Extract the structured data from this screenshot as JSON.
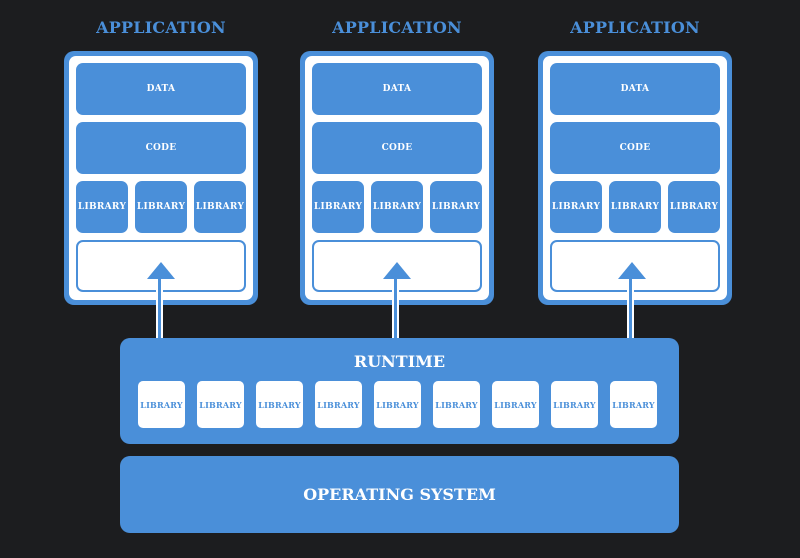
{
  "colors": {
    "accent": "#4a8fd9",
    "background": "#1c1d1f",
    "surface": "#ffffff"
  },
  "applications": [
    {
      "title": "APPLICATION",
      "data": "DATA",
      "code": "CODE",
      "libraries": [
        "LIBRARY",
        "LIBRARY",
        "LIBRARY"
      ]
    },
    {
      "title": "APPLICATION",
      "data": "DATA",
      "code": "CODE",
      "libraries": [
        "LIBRARY",
        "LIBRARY",
        "LIBRARY"
      ]
    },
    {
      "title": "APPLICATION",
      "data": "DATA",
      "code": "CODE",
      "libraries": [
        "LIBRARY",
        "LIBRARY",
        "LIBRARY"
      ]
    }
  ],
  "runtime": {
    "title": "RUNTIME",
    "libraries": [
      "LIBRARY",
      "LIBRARY",
      "LIBRARY",
      "LIBRARY",
      "LIBRARY",
      "LIBRARY",
      "LIBRARY",
      "LIBRARY",
      "LIBRARY"
    ]
  },
  "operating_system": {
    "label": "OPERATING SYSTEM"
  }
}
